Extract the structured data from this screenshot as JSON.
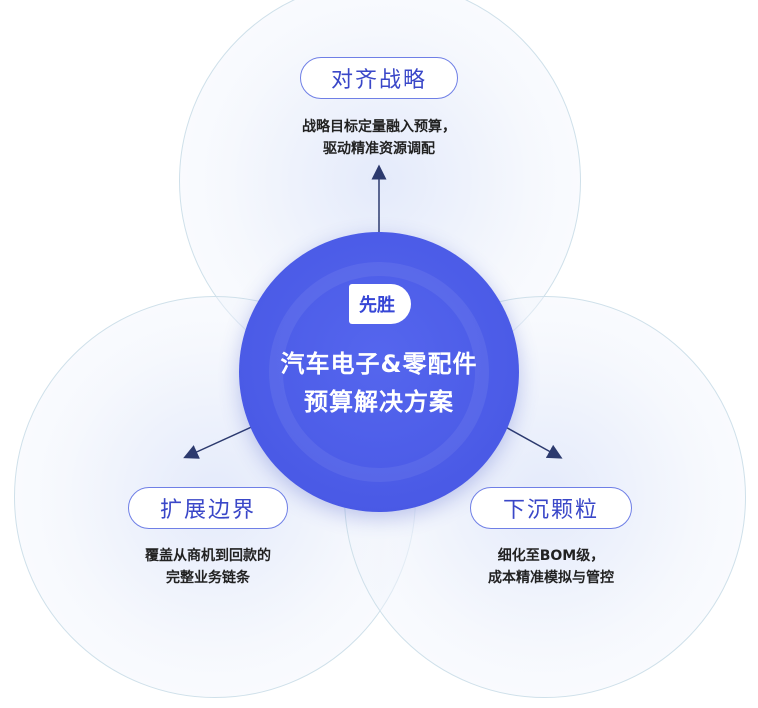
{
  "center": {
    "logo_text": "先胜",
    "title_line1": "汽车电子&零配件",
    "title_line2": "预算解决方案"
  },
  "nodes": [
    {
      "label": "对齐战略",
      "desc_line1": "战略目标定量融入预算，",
      "desc_line2": "驱动精准资源调配"
    },
    {
      "label": "扩展边界",
      "desc_line1": "覆盖从商机到回款的",
      "desc_line2": "完整业务链条"
    },
    {
      "label": "下沉颗粒",
      "desc_line1": "细化至BOM级，",
      "desc_line2": "成本精准模拟与管控"
    }
  ],
  "colors": {
    "accent": "#4a5ae6",
    "arrow": "#2c3a6e"
  }
}
